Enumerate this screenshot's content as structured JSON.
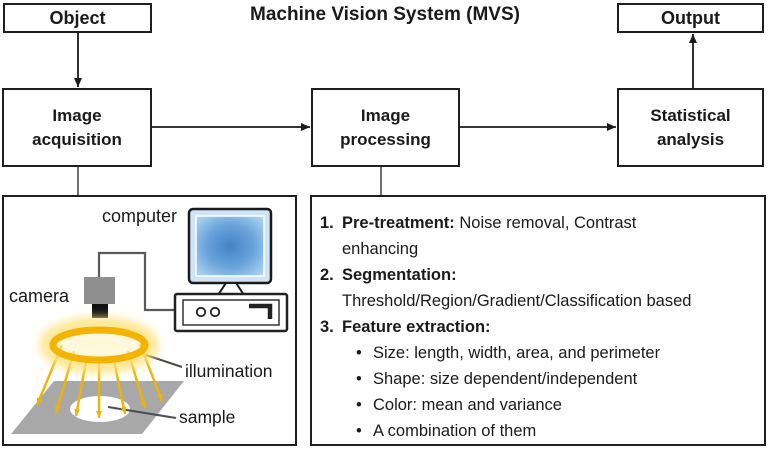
{
  "title": "Machine Vision System (MVS)",
  "flow": {
    "object_label": "Object",
    "output_label": "Output",
    "image_acquisition": {
      "line1": "Image",
      "line2": "acquisition"
    },
    "image_processing": {
      "line1": "Image",
      "line2": "processing"
    },
    "statistical_analysis": {
      "line1": "Statistical",
      "line2": "analysis"
    }
  },
  "acquisition_panel": {
    "labels": {
      "computer": "computer",
      "camera": "camera",
      "illumination": "illumination",
      "sample": "sample"
    }
  },
  "processing_panel": {
    "bullet_char": "•",
    "steps": [
      {
        "num": "1.",
        "title": "Pre-treatment:",
        "rest": " Noise removal, Contrast",
        "cont": "enhancing"
      },
      {
        "num": "2.",
        "title": "Segmentation:",
        "rest": "",
        "cont": "Threshold/Region/Gradient/Classification based"
      },
      {
        "num": "3.",
        "title": "Feature extraction:",
        "rest": "",
        "bullets": [
          "Size: length, width, area, and perimeter",
          "Shape: size dependent/independent",
          "Color: mean and variance",
          "A combination of them"
        ]
      }
    ]
  },
  "colors": {
    "line_black": "#1a1a1a",
    "illumination_yellow": "#f3b300",
    "glow_yellow": "#ffe27a",
    "monitor_blue_center": "#4282c6",
    "monitor_blue_edge": "#a9d2f1",
    "monitor_bezel": "#cfe4f6",
    "camera_gray": "#8f8f8f",
    "stage_gray": "#a8a8a8",
    "wire_gray": "#5a5a5a"
  }
}
